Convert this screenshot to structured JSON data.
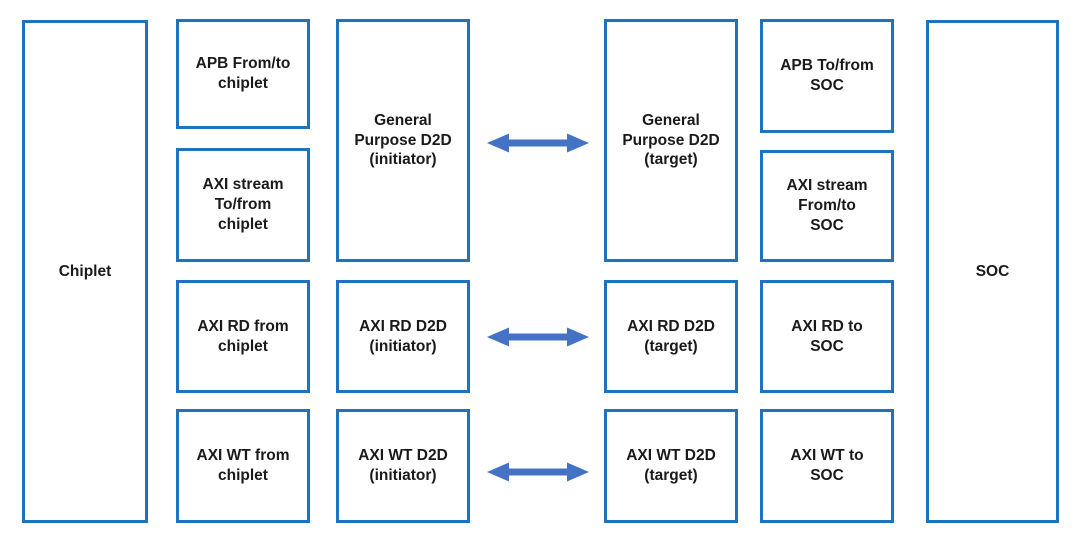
{
  "colors": {
    "box_border": "#1F73BD",
    "arrow": "#4472C4",
    "text": "#1A1A1A",
    "background": "#FFFFFF"
  },
  "nodes": {
    "chiplet": {
      "label": "Chiplet"
    },
    "apb_from_to_chiplet": {
      "label": "APB From/to\nchiplet"
    },
    "axi_stream_to_from_chiplet": {
      "label": "AXI stream\nTo/from\nchiplet"
    },
    "gp_d2d_initiator": {
      "label": "General\nPurpose D2D\n(initiator)"
    },
    "gp_d2d_target": {
      "label": "General\nPurpose D2D\n(target)"
    },
    "apb_to_from_soc": {
      "label": "APB To/from\nSOC"
    },
    "axi_stream_from_to_soc": {
      "label": "AXI stream\nFrom/to\nSOC"
    },
    "axi_rd_from_chiplet": {
      "label": "AXI RD from\nchiplet"
    },
    "axi_rd_d2d_initiator": {
      "label": "AXI RD D2D\n(initiator)"
    },
    "axi_rd_d2d_target": {
      "label": "AXI RD D2D\n(target)"
    },
    "axi_rd_to_soc": {
      "label": "AXI RD to\nSOC"
    },
    "axi_wt_from_chiplet": {
      "label": "AXI WT from\nchiplet"
    },
    "axi_wt_d2d_initiator": {
      "label": "AXI WT D2D\n(initiator)"
    },
    "axi_wt_d2d_target": {
      "label": "AXI WT D2D\n(target)"
    },
    "axi_wt_to_soc": {
      "label": "AXI WT to\nSOC"
    },
    "soc": {
      "label": "SOC"
    }
  },
  "arrows": [
    {
      "type": "bidirectional",
      "from": "gp_d2d_initiator",
      "to": "gp_d2d_target"
    },
    {
      "type": "bidirectional",
      "from": "axi_rd_d2d_initiator",
      "to": "axi_rd_d2d_target"
    },
    {
      "type": "bidirectional",
      "from": "axi_wt_d2d_initiator",
      "to": "axi_wt_d2d_target"
    }
  ]
}
